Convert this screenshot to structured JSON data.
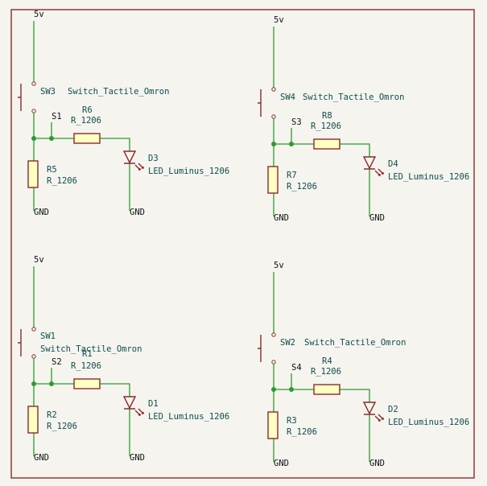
{
  "circuits": [
    {
      "power_label": "5v",
      "switch_ref": "SW3",
      "switch_value": "Switch_Tactile_Omron",
      "net_label": "S1",
      "series_res_ref": "R6",
      "series_res_value": "R_1206",
      "pulldown_ref": "R5",
      "pulldown_value": "R_1206",
      "led_ref": "D3",
      "led_value": "LED_Luminus_1206",
      "gnd_left": "GND",
      "gnd_right": "GND"
    },
    {
      "power_label": "5v",
      "switch_ref": "SW4",
      "switch_value": "Switch_Tactile_Omron",
      "net_label": "S3",
      "series_res_ref": "R8",
      "series_res_value": "R_1206",
      "pulldown_ref": "R7",
      "pulldown_value": "R_1206",
      "led_ref": "D4",
      "led_value": "LED_Luminus_1206",
      "gnd_left": "GND",
      "gnd_right": "GND"
    },
    {
      "power_label": "5v",
      "switch_ref": "SW1",
      "switch_value": "Switch_Tactile_Omron",
      "net_label": "S2",
      "series_res_ref": "R1",
      "series_res_value": "R_1206",
      "pulldown_ref": "R2",
      "pulldown_value": "R_1206",
      "led_ref": "D1",
      "led_value": "LED_Luminus_1206",
      "gnd_left": "GND",
      "gnd_right": "GND"
    },
    {
      "power_label": "5v",
      "switch_ref": "SW2",
      "switch_value": "Switch_Tactile_Omron",
      "net_label": "S4",
      "series_res_ref": "R4",
      "series_res_value": "R_1206",
      "pulldown_ref": "R3",
      "pulldown_value": "R_1206",
      "led_ref": "D2",
      "led_value": "LED_Luminus_1206",
      "gnd_left": "GND",
      "gnd_right": "GND"
    }
  ]
}
